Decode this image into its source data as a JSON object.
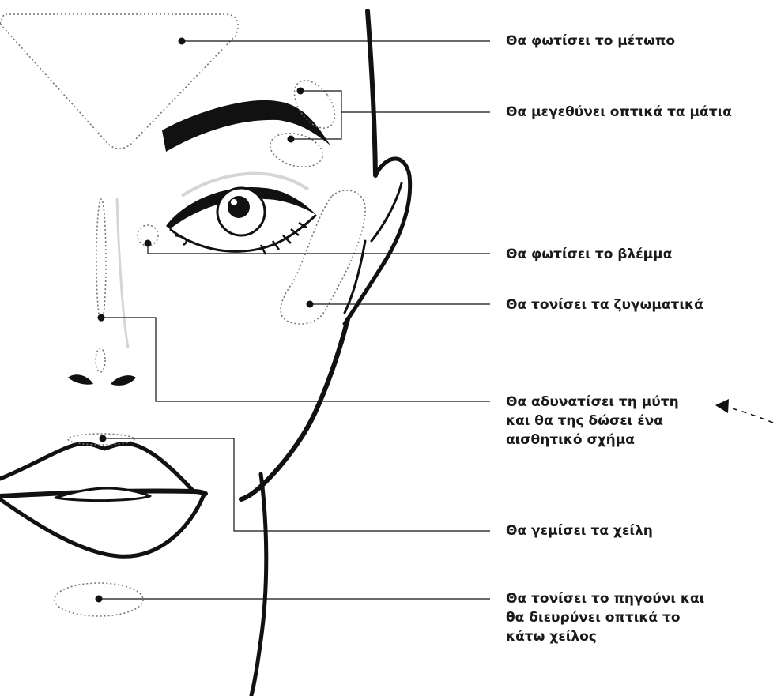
{
  "labels": {
    "forehead": "Θα φωτίσει το μέτωπο",
    "eyes": "Θα μεγεθύνει οπτικά τα μάτια",
    "gaze": "Θα φωτίσει το βλέμμα",
    "cheekbones": "Θα τονίσει τα ζυγωματικά",
    "nose": [
      "Θα αδυνατίσει τη μύτη",
      "και θα της δώσει ένα",
      "αισθητικό σχήμα"
    ],
    "lips": "Θα γεμίσει τα χείλη",
    "chin": [
      "Θα τονίσει το πηγούνι και",
      "θα διευρύνει οπτικά το",
      "κάτω χείλος"
    ]
  }
}
